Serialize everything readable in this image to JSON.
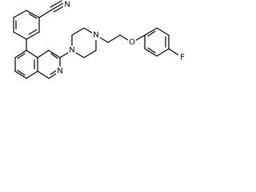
{
  "molecule": {
    "atoms": {
      "nitrile_n": "N",
      "quinoline_n": "N",
      "piperazine_n1": "N",
      "piperazine_n4": "N",
      "ether_o": "O",
      "fluorine": "F"
    },
    "colors": {
      "bond": "#000000",
      "label": "#000000",
      "background": "#ffffff"
    }
  }
}
